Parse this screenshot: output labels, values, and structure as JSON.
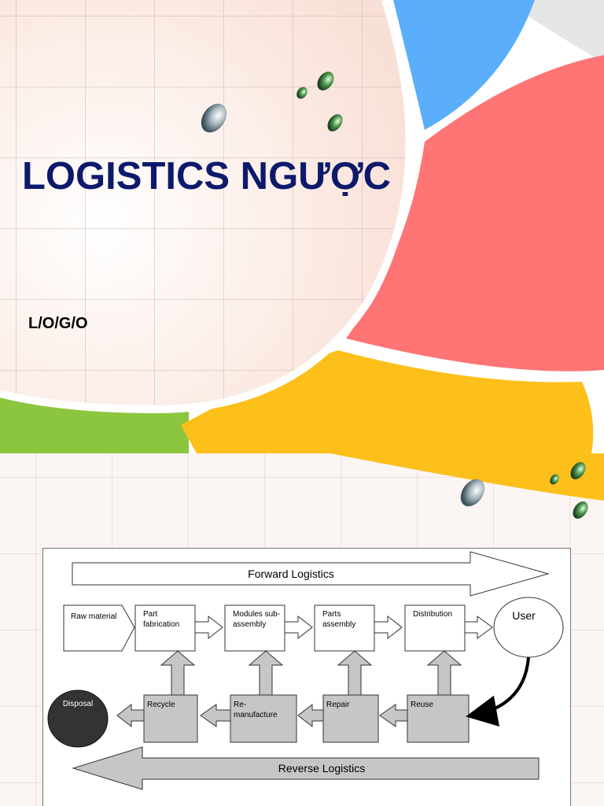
{
  "slide1": {
    "title": "LOGISTICS NGƯỢC",
    "logo_text": "L/O/G/O",
    "colors": {
      "title": "#0d1a6b",
      "blue": "#5aaefc",
      "red": "#ff7474",
      "yellow": "#fdbf1a",
      "green": "#8cc63f",
      "grid_bg": "#fbece4"
    }
  },
  "diagram": {
    "forward_label": "Forward Logistics",
    "reverse_label": "Reverse Logistics",
    "forward_nodes": {
      "raw_material": "Raw material",
      "part_fabrication": [
        "Part",
        "fabrication"
      ],
      "modules": [
        "Modules sub-",
        "assembly"
      ],
      "parts_assembly": [
        "Parts",
        "assembly"
      ],
      "distribution": "Distribution",
      "user": "User"
    },
    "reverse_nodes": {
      "disposal": "Disposal",
      "recycle": "Recycle",
      "remanufacture": [
        "Re-",
        "manufacture"
      ],
      "repair": "Repair",
      "reuse": "Reuse"
    },
    "colors": {
      "reverse_fill": "#c6c6c6",
      "disposal_fill": "#333333"
    }
  }
}
